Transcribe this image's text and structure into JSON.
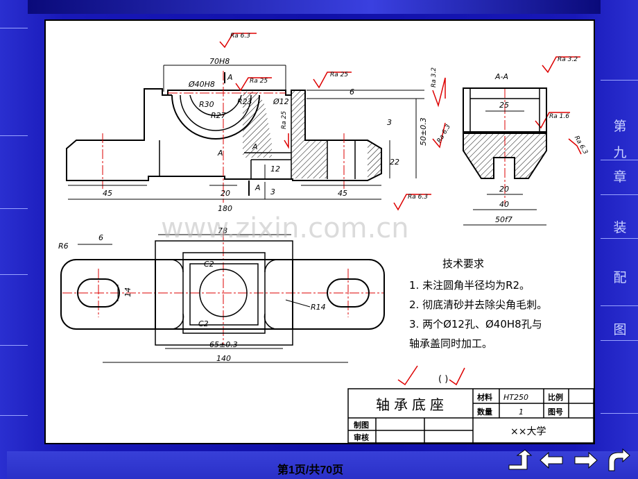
{
  "nav": {
    "page_indicator": "第1页/共70页",
    "chapter_chars": [
      "第",
      "九",
      "章",
      "装",
      "配",
      "图"
    ]
  },
  "drawing": {
    "title": "轴承底座",
    "watermark": "www.zixin.com.cn",
    "section_label": "A-A",
    "cut_marks": [
      "A",
      "A",
      "A",
      "A"
    ],
    "dims": {
      "d70H8": "70H8",
      "d40H8": "Ø40H8",
      "R30": "R30",
      "R27": "R27",
      "R23": "R23",
      "d12": "Ø12",
      "six_top": "6",
      "three_a": "3",
      "fifty": "50±0.3",
      "twentytwo": "22",
      "twelve": "12",
      "three_b": "3",
      "fortyfive_l": "45",
      "twenty": "20",
      "fortyfive_r": "45",
      "oneeighty": "180",
      "twentyfive": "25",
      "twenty_s": "20",
      "forty": "40",
      "fiftyf7": "50f7",
      "seventyeight": "78",
      "R6": "R6",
      "six_plan": "6",
      "fourteen": "14",
      "C2a": "C2",
      "C2b": "C2",
      "R14": "R14",
      "sixtyfive": "65±0.3",
      "onefourty": "140"
    },
    "roughness": {
      "r1": "Ra 6.3",
      "r2": "Ra 25",
      "r3": "Ra 25",
      "r4": "Ra 25",
      "r5": "Ra 6.3",
      "r6": "Ra 3.2",
      "r7": "Ra 3.2",
      "r8": "Ra 6.3",
      "r9": "Ra 1.6",
      "r10": "Ra 6.3"
    },
    "tech_req": {
      "heading": "技术要求",
      "items": [
        "1. 未注圆角半径均为R2。",
        "2. 彻底清砂并去除尖角毛刺。",
        "3. 两个Ø12孔、Ø40H8孔与",
        "    轴承盖同时加工。"
      ]
    },
    "other_surface": "(    )",
    "title_block": {
      "name": "轴承底座",
      "material_label": "材料",
      "material": "HT250",
      "scale_label": "比例",
      "qty_label": "数量",
      "qty": "1",
      "drawing_no_label": "图号",
      "drawn_label": "制图",
      "checked_label": "审核",
      "org": "××大学"
    }
  }
}
